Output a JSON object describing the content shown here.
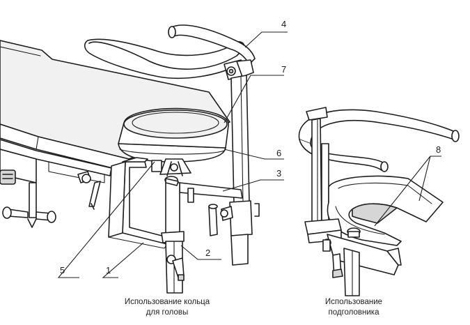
{
  "callouts": {
    "c1": "1",
    "c2": "2",
    "c3": "3",
    "c4": "4",
    "c5": "5",
    "c6": "6",
    "c7": "7",
    "c8": "8"
  },
  "captions": {
    "left": {
      "line1": "Использование кольца",
      "line2": "для головы"
    },
    "right": {
      "line1": "Использование",
      "line2": "подголовника"
    }
  }
}
